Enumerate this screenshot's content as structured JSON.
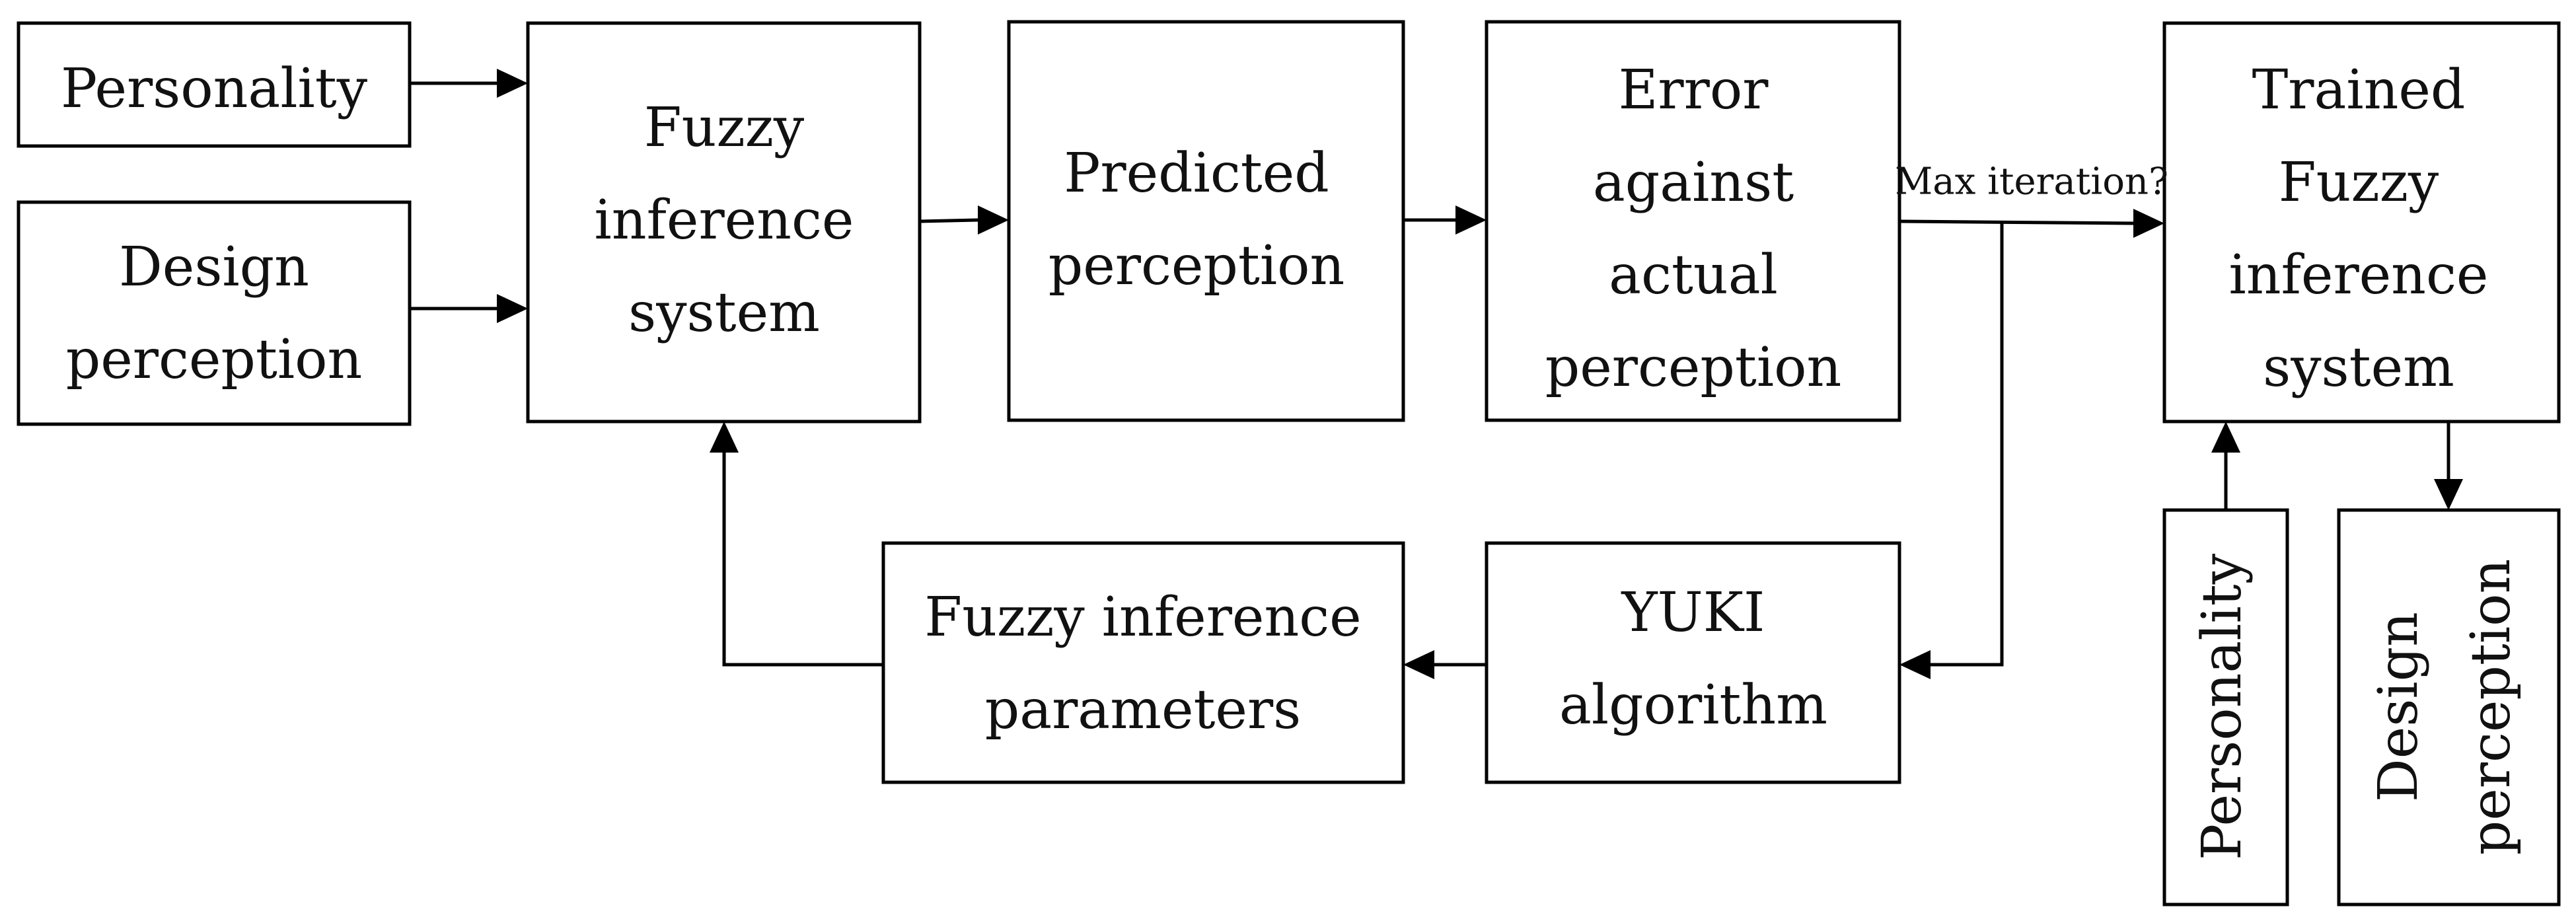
{
  "diagram": {
    "boxes": {
      "personality_in": [
        "Personality"
      ],
      "design_perception_in": [
        "Design",
        "perception"
      ],
      "fuzzy_inference_system": [
        "Fuzzy",
        "inference",
        "system"
      ],
      "predicted_perception": [
        "Predicted",
        "perception"
      ],
      "error_against_actual": [
        "Error",
        "against",
        "actual",
        "perception"
      ],
      "trained_fis": [
        "Trained",
        "Fuzzy",
        "inference",
        "system"
      ],
      "fis_parameters": [
        "Fuzzy inference",
        "parameters"
      ],
      "yuki_algorithm": [
        "YUKI",
        "algorithm"
      ],
      "personality_out": [
        "Personality"
      ],
      "design_perception_out": [
        "Design",
        "perception"
      ]
    },
    "annotations": {
      "max_iteration": "Max iteration?"
    }
  }
}
